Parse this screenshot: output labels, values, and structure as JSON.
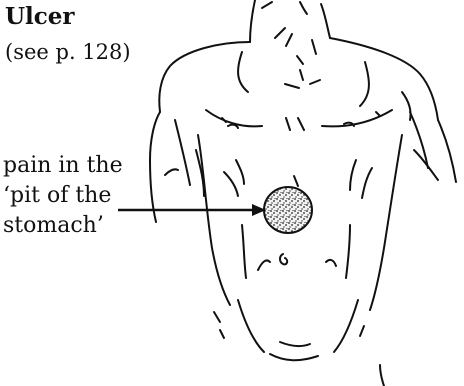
{
  "heading": {
    "title": "Ulcer",
    "reference": "(see p. 128)"
  },
  "callout": {
    "lines": [
      "pain in the",
      "‘pit of the",
      "stomach’"
    ]
  },
  "figure": {
    "subject": "male-torso-line-drawing",
    "highlight_icon": "stippled-pain-area",
    "arrow_icon": "pointer-arrow",
    "ink_color": "#111111"
  }
}
